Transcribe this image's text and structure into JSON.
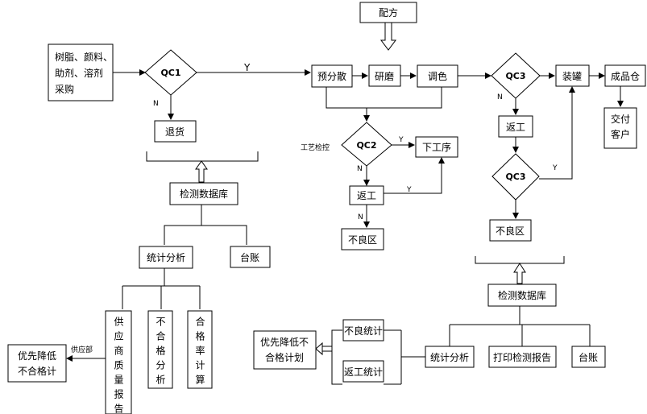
{
  "nodes": {
    "purchase": [
      "树脂、颜料、",
      "助剂、溶剂",
      "采购"
    ],
    "qc1": "QC1",
    "return_goods": "退货",
    "db_left": "检测数据库",
    "stat_left": "统计分析",
    "ledger_left": "台账",
    "supplier_report": "供应商质量报告",
    "nonconform": "不合格分析",
    "pass_rate": "合格率计算",
    "priority_left": [
      "优先降低",
      "不合格计"
    ],
    "formula": "配方",
    "predisperse": "预分散",
    "grind": "研磨",
    "tint": "调色",
    "qc2": "QC2",
    "process_check": "工艺检控",
    "next_process": "下工序",
    "rework_mid": "返工",
    "defective_mid": "不良区",
    "qc3_top": "QC3",
    "canning": "装罐",
    "warehouse": "成品仓",
    "deliver": [
      "交付",
      "客户"
    ],
    "rework_right": "返工",
    "qc3_bottom": "QC3",
    "defective_right": "不良区",
    "db_right": "检测数据库",
    "defect_stats": "不良统计",
    "rework_stats": "返工统计",
    "stat_right": "统计分析",
    "print_report": "打印检测报告",
    "ledger_right": "台账",
    "priority_right": [
      "优先降低不",
      "合格计划"
    ]
  },
  "edge_labels": {
    "y": "Y",
    "n": "N",
    "supplier_dept": "供应部"
  }
}
